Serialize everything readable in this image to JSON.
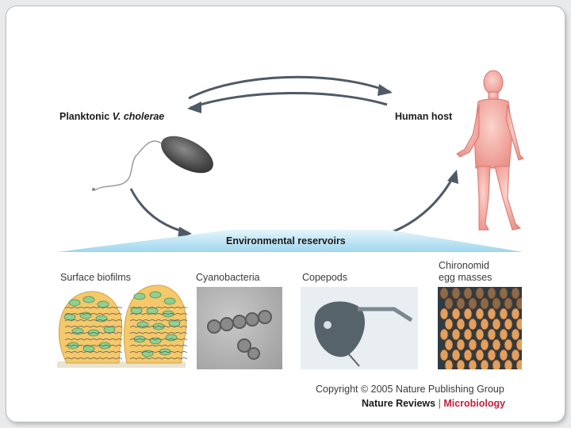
{
  "labels": {
    "planktonic_prefix": "Planktonic ",
    "planktonic_species": "V. cholerae",
    "human_host": "Human host",
    "environmental_reservoirs": "Environmental reservoirs",
    "surface_biofilms": "Surface biofilms",
    "cyanobacteria": "Cyanobacteria",
    "copepods": "Copepods",
    "chironomid_line1": "Chironomid",
    "chironomid_line2": "egg masses"
  },
  "footer": {
    "copyright": "Copyright © 2005 Nature Publishing Group",
    "journal": "Nature Reviews",
    "separator": " | ",
    "section": "Microbiology"
  },
  "colors": {
    "arrow": "#4f5a66",
    "reservoir_band": "#aedcf0",
    "biofilm_fill": "#f5c86a",
    "biofilm_cell": "#8fcf8f",
    "brand_accent": "#c31f3b",
    "human_skin": "#f4a7a0"
  }
}
